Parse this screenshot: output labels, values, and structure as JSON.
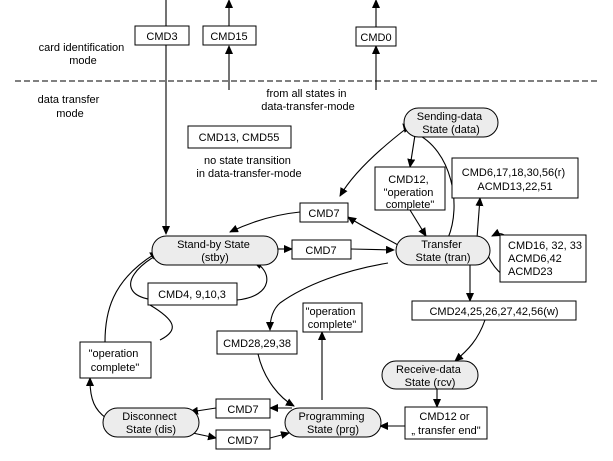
{
  "modes": {
    "card_identification": [
      "card identification",
      "mode"
    ],
    "data_transfer": [
      "data transfer",
      "mode"
    ]
  },
  "notes": {
    "from_all_states": [
      "from all states in",
      "data-transfer-mode"
    ],
    "cmd13_cmd55": "CMD13, CMD55",
    "no_transition": [
      "no state transition",
      "in data-transfer-mode"
    ]
  },
  "states": {
    "sending_data": [
      "Sending-data",
      "State (data)"
    ],
    "standby": [
      "Stand-by State",
      "(stby)"
    ],
    "transfer": [
      "Transfer",
      "State (tran)"
    ],
    "receive_data": [
      "Receive-data",
      "State (rcv)"
    ],
    "disconnect": [
      "Disconnect",
      "State (dis)"
    ],
    "programming": [
      "Programming",
      "State (prg)"
    ]
  },
  "commands": {
    "cmd3": "CMD3",
    "cmd15": "CMD15",
    "cmd0": "CMD0",
    "cmd12_op_complete": [
      "CMD12,",
      "\"operation",
      "complete\""
    ],
    "cmd6_acmd": [
      "CMD6,17,18,30,56(r)",
      "ACMD13,22,51"
    ],
    "cmd7_to_standby": "CMD7",
    "cmd7_to_transfer": "CMD7",
    "cmd16_acmd": [
      "CMD16, 32, 33",
      "ACMD6,42",
      "ACMD23"
    ],
    "cmd4_9_10_3": "CMD4, 9,10,3",
    "cmd24_group": "CMD24,25,26,27,42,56(w)",
    "op_complete_prog": [
      "\"operation",
      "complete\""
    ],
    "cmd28_29_38": "CMD28,29,38",
    "op_complete_dis": [
      "\"operation",
      "complete\""
    ],
    "cmd7_dis_to_prog": "CMD7",
    "cmd7_prog_to_dis": "CMD7",
    "cmd12_transfer_end": [
      "CMD12 or",
      "„ transfer end\""
    ]
  }
}
